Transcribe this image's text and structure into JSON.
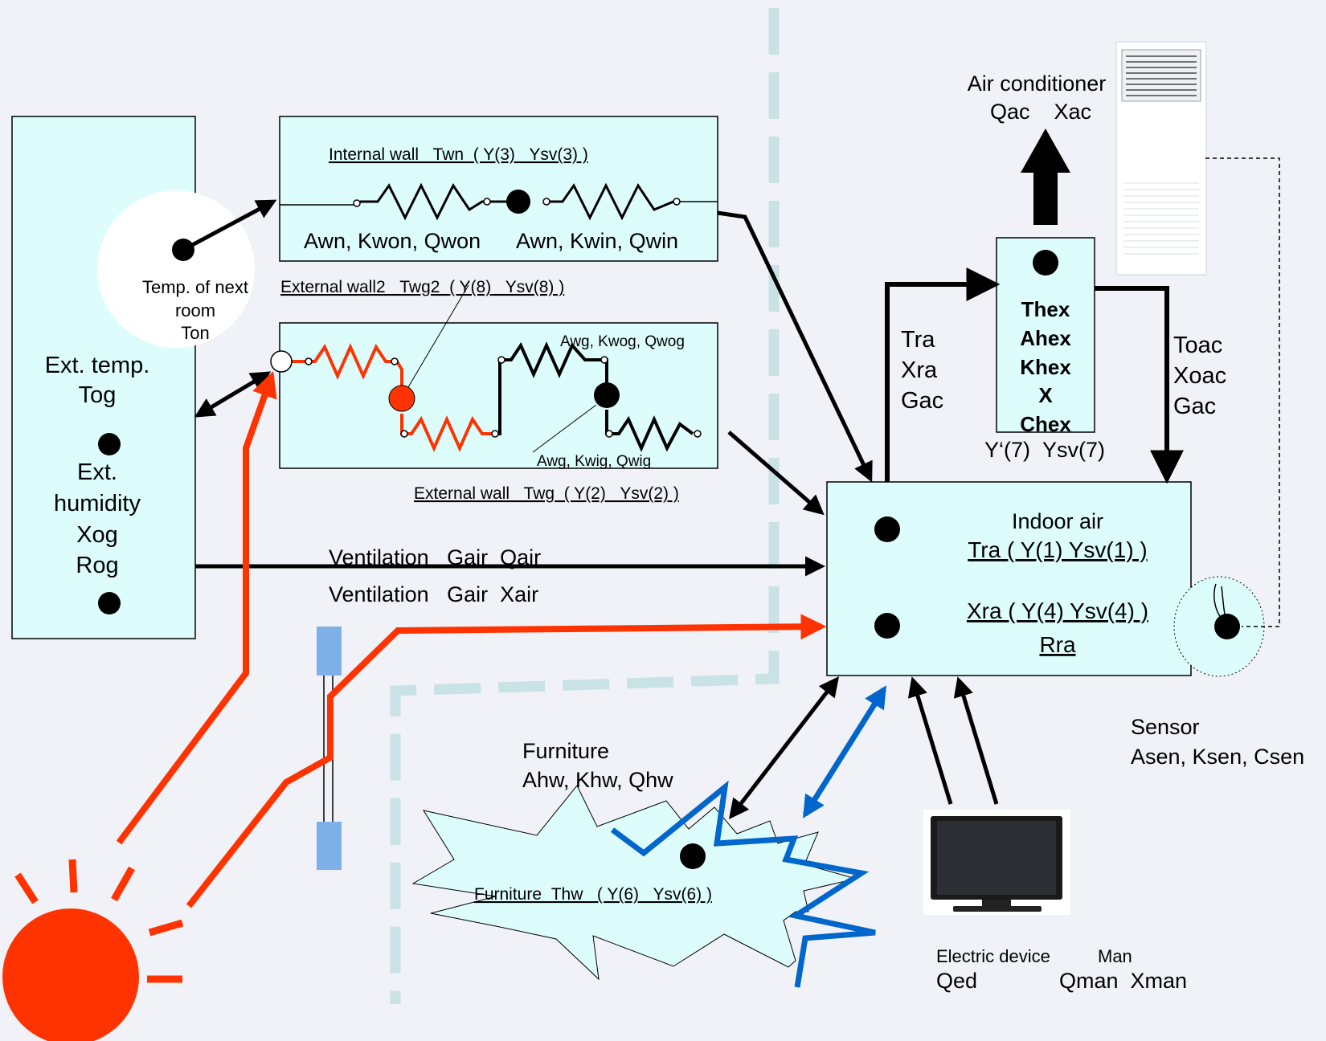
{
  "colors": {
    "box_fill": "#ddfdfd",
    "red": "#ff3300",
    "blue": "#0066cc",
    "dash": "#c8e2e6",
    "black": "#000000",
    "panel": "#f1f2f7"
  },
  "outdoor": {
    "ext_temp_line1": "Ext. temp.",
    "ext_temp_line2": "Tog",
    "ext_humidity_line1": "Ext.",
    "ext_humidity_line2": "humidity",
    "ext_humidity_line3": "Xog",
    "ext_humidity_line4": "Rog"
  },
  "next_room": {
    "line1": "Temp. of next",
    "line2": "room",
    "line3": "Ton"
  },
  "internal_wall": {
    "title": "Internal wall   Twn  ( Y(3)   Ysv(3) )",
    "params_left": "Awn, Kwon, Qwon",
    "params_right": "Awn, Kwin, Qwin"
  },
  "external_wall2": {
    "title": "External wall2   Twg2  ( Y(8)   Ysv(8) )"
  },
  "external_wall": {
    "outer_params": "Awg, Kwog, Qwog",
    "inner_params": "Awg, Kwig, Qwig",
    "title": "External wall   Twg  ( Y(2)   Ysv(2) )"
  },
  "ventilation": {
    "heat": "Ventilation   Gair  Qair",
    "humidity": "Ventilation   Gair  Xair"
  },
  "air_conditioner": {
    "line1": "Air conditioner",
    "line2": "Qac    Xac"
  },
  "heat_exchanger": {
    "lines": [
      "Thex",
      "Ahex",
      "Khex",
      "X",
      "Chex"
    ],
    "ysv": "Y‘(7)  Ysv(7)"
  },
  "return_air": {
    "lines": [
      "Tra",
      "Xra",
      "Gac"
    ]
  },
  "supply_air": {
    "lines": [
      "Toac",
      "Xoac",
      "Gac"
    ]
  },
  "indoor_air": {
    "title": "Indoor air",
    "tra": "Tra ( Y(1) Ysv(1) )",
    "xra": "Xra ( Y(4) Ysv(4) )",
    "rra": "Rra"
  },
  "sensor": {
    "line1": "Sensor",
    "line2": "Asen, Ksen, Csen"
  },
  "furniture": {
    "line1": "Furniture",
    "line2": "Ahw, Khw, Qhw",
    "title": "Furniture  Thw   ( Y(6)   Ysv(6) )"
  },
  "electric_device": {
    "label": "Electric device",
    "value": "Qed"
  },
  "man": {
    "label": "Man",
    "value": "Qman  Xman"
  }
}
